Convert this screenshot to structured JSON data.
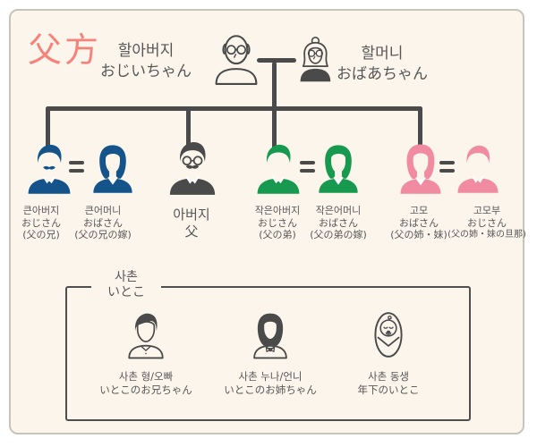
{
  "colors": {
    "bg": "#fbf5ec",
    "card_border": "#c9c3b9",
    "line": "#4a4a4a",
    "text": "#575757",
    "accent": "#f5837b",
    "blue": "#15548a",
    "green": "#17994f",
    "pink": "#f08ba1",
    "dark": "#4a4a4a"
  },
  "title": "父方",
  "grandparents": {
    "grandfather": {
      "korean": "할아버지",
      "japanese": "おじいちゃん"
    },
    "grandmother": {
      "korean": "할머니",
      "japanese": "おばあちゃん"
    }
  },
  "parents_row": [
    {
      "korean": "큰아버지",
      "japanese": "おじさん",
      "note": "(父の兄)",
      "color": "blue"
    },
    {
      "korean": "큰어머니",
      "japanese": "おばさん",
      "note": "(父の兄の嫁)",
      "color": "blue"
    },
    {
      "korean": "아버지",
      "japanese": "父",
      "color": "dark"
    },
    {
      "korean": "작은아버지",
      "japanese": "おじさん",
      "note": "(父の弟)",
      "color": "green"
    },
    {
      "korean": "작은어머니",
      "japanese": "おばさん",
      "note": "(父の弟の嫁)",
      "color": "green"
    },
    {
      "korean": "고모",
      "japanese": "おばさん",
      "note": "(父の姉・妹)",
      "color": "pink"
    },
    {
      "korean": "고모부",
      "japanese": "おじさん",
      "note": "(父の姉・妹の旦那)",
      "color": "pink"
    }
  ],
  "cousins_box": {
    "korean": "사촌",
    "japanese": "いとこ",
    "items": [
      {
        "korean": "사촌 형/오빠",
        "japanese": "いとこのお兄ちゃん"
      },
      {
        "korean": "사촌 누나/언니",
        "japanese": "いとこのお姉ちゃん"
      },
      {
        "korean": "사촌 동생",
        "japanese": "年下のいとこ"
      }
    ]
  }
}
